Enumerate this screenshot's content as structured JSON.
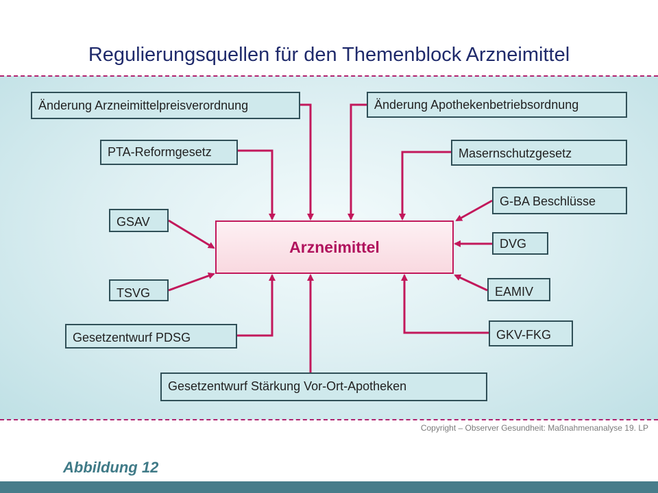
{
  "title": "Regulierungsquellen für den Themenblock Arzneimittel",
  "center": "Arzneimittel",
  "boxes": {
    "amprv": "Änderung  Arzneimittelpreisverordnung",
    "apbetro": "Änderung  Apothekenbetriebsordnung",
    "pta": "PTA-Reformgesetz",
    "masern": "Masernschutzgesetz",
    "gba": "G-BA Beschlüsse",
    "gsav": "GSAV",
    "dvg": "DVG",
    "tsvg": "TSVG",
    "eamiv": "EAMIV",
    "pdsg": "Gesetzentwurf  PDSG",
    "gkvfkg": "GKV-FKG",
    "vorort": "Gesetzentwurf  Stärkung  Vor-Ort-Apotheken"
  },
  "copyright": "Copyright – Observer Gesundheit: Maßnahmenanalyse 19. LP",
  "caption": "Abbildung 12",
  "colors": {
    "accent": "#c2185b",
    "title": "#1f2a6b",
    "box_fill": "#cfe9ec",
    "footer": "#477c8a"
  }
}
